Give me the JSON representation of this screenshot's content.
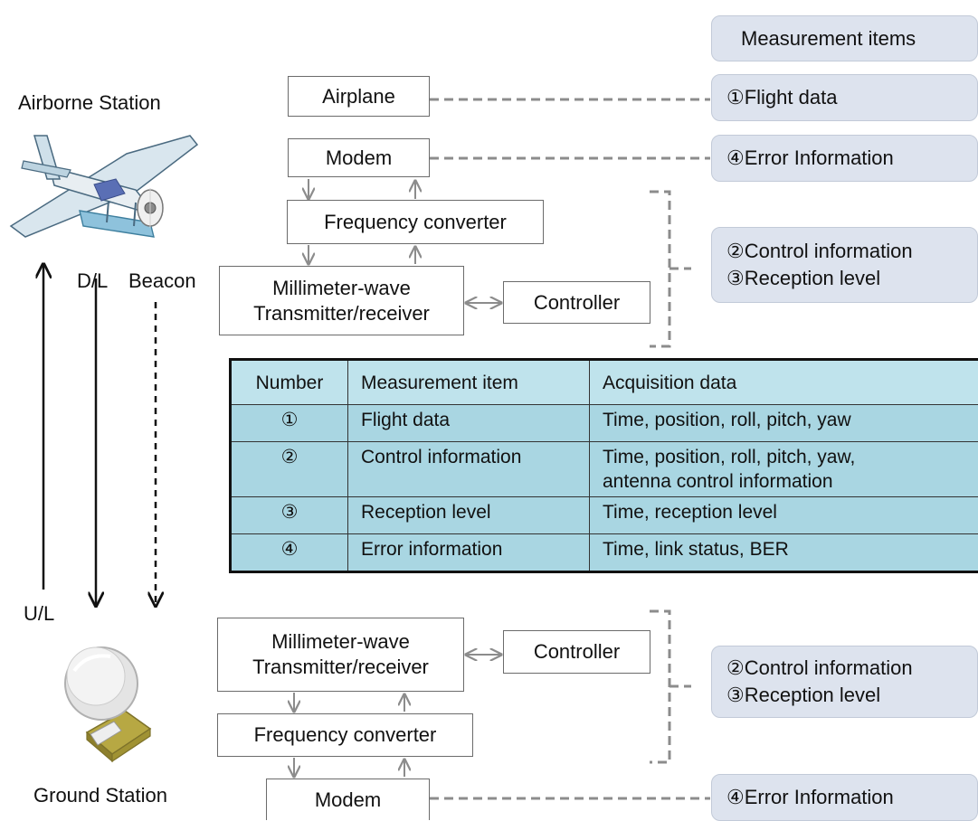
{
  "airborne": {
    "title": "Airborne Station",
    "airplane": "Airplane",
    "modem": "Modem",
    "freq_converter": "Frequency converter",
    "transceiver": [
      "Millimeter-wave",
      "Transmitter/receiver"
    ],
    "controller": "Controller"
  },
  "ground": {
    "title": "Ground Station",
    "transceiver": [
      "Millimeter-wave",
      "Transmitter/receiver"
    ],
    "controller": "Controller",
    "freq_converter": "Frequency converter",
    "modem": "Modem"
  },
  "links": {
    "uplink": "U/L",
    "downlink": "D/L",
    "beacon": "Beacon"
  },
  "measurement_panel": {
    "header": "Measurement items",
    "flight": "①Flight data",
    "error_top": "④Error Information",
    "airborne_group": [
      "②Control information",
      "③Reception level"
    ],
    "ground_group": [
      "②Control information",
      "③Reception level"
    ],
    "error_bottom": "④Error Information"
  },
  "table": {
    "headers": [
      "Number",
      "Measurement item",
      "Acquisition data"
    ],
    "rows": [
      {
        "number": "①",
        "item": "Flight data",
        "data": [
          "Time, position, roll, pitch, yaw"
        ]
      },
      {
        "number": "②",
        "item": "Control information",
        "data": [
          "Time, position, roll, pitch, yaw,",
          "antenna control information"
        ]
      },
      {
        "number": "③",
        "item": "Reception level",
        "data": [
          "Time, reception level"
        ]
      },
      {
        "number": "④",
        "item": "Error information",
        "data": [
          "Time, link status, BER"
        ]
      }
    ]
  },
  "colors": {
    "panel_fill": "#dde3ee",
    "table_header": "#bfe3ec",
    "table_body": "#a9d6e2",
    "connector": "#8c8c8c"
  }
}
